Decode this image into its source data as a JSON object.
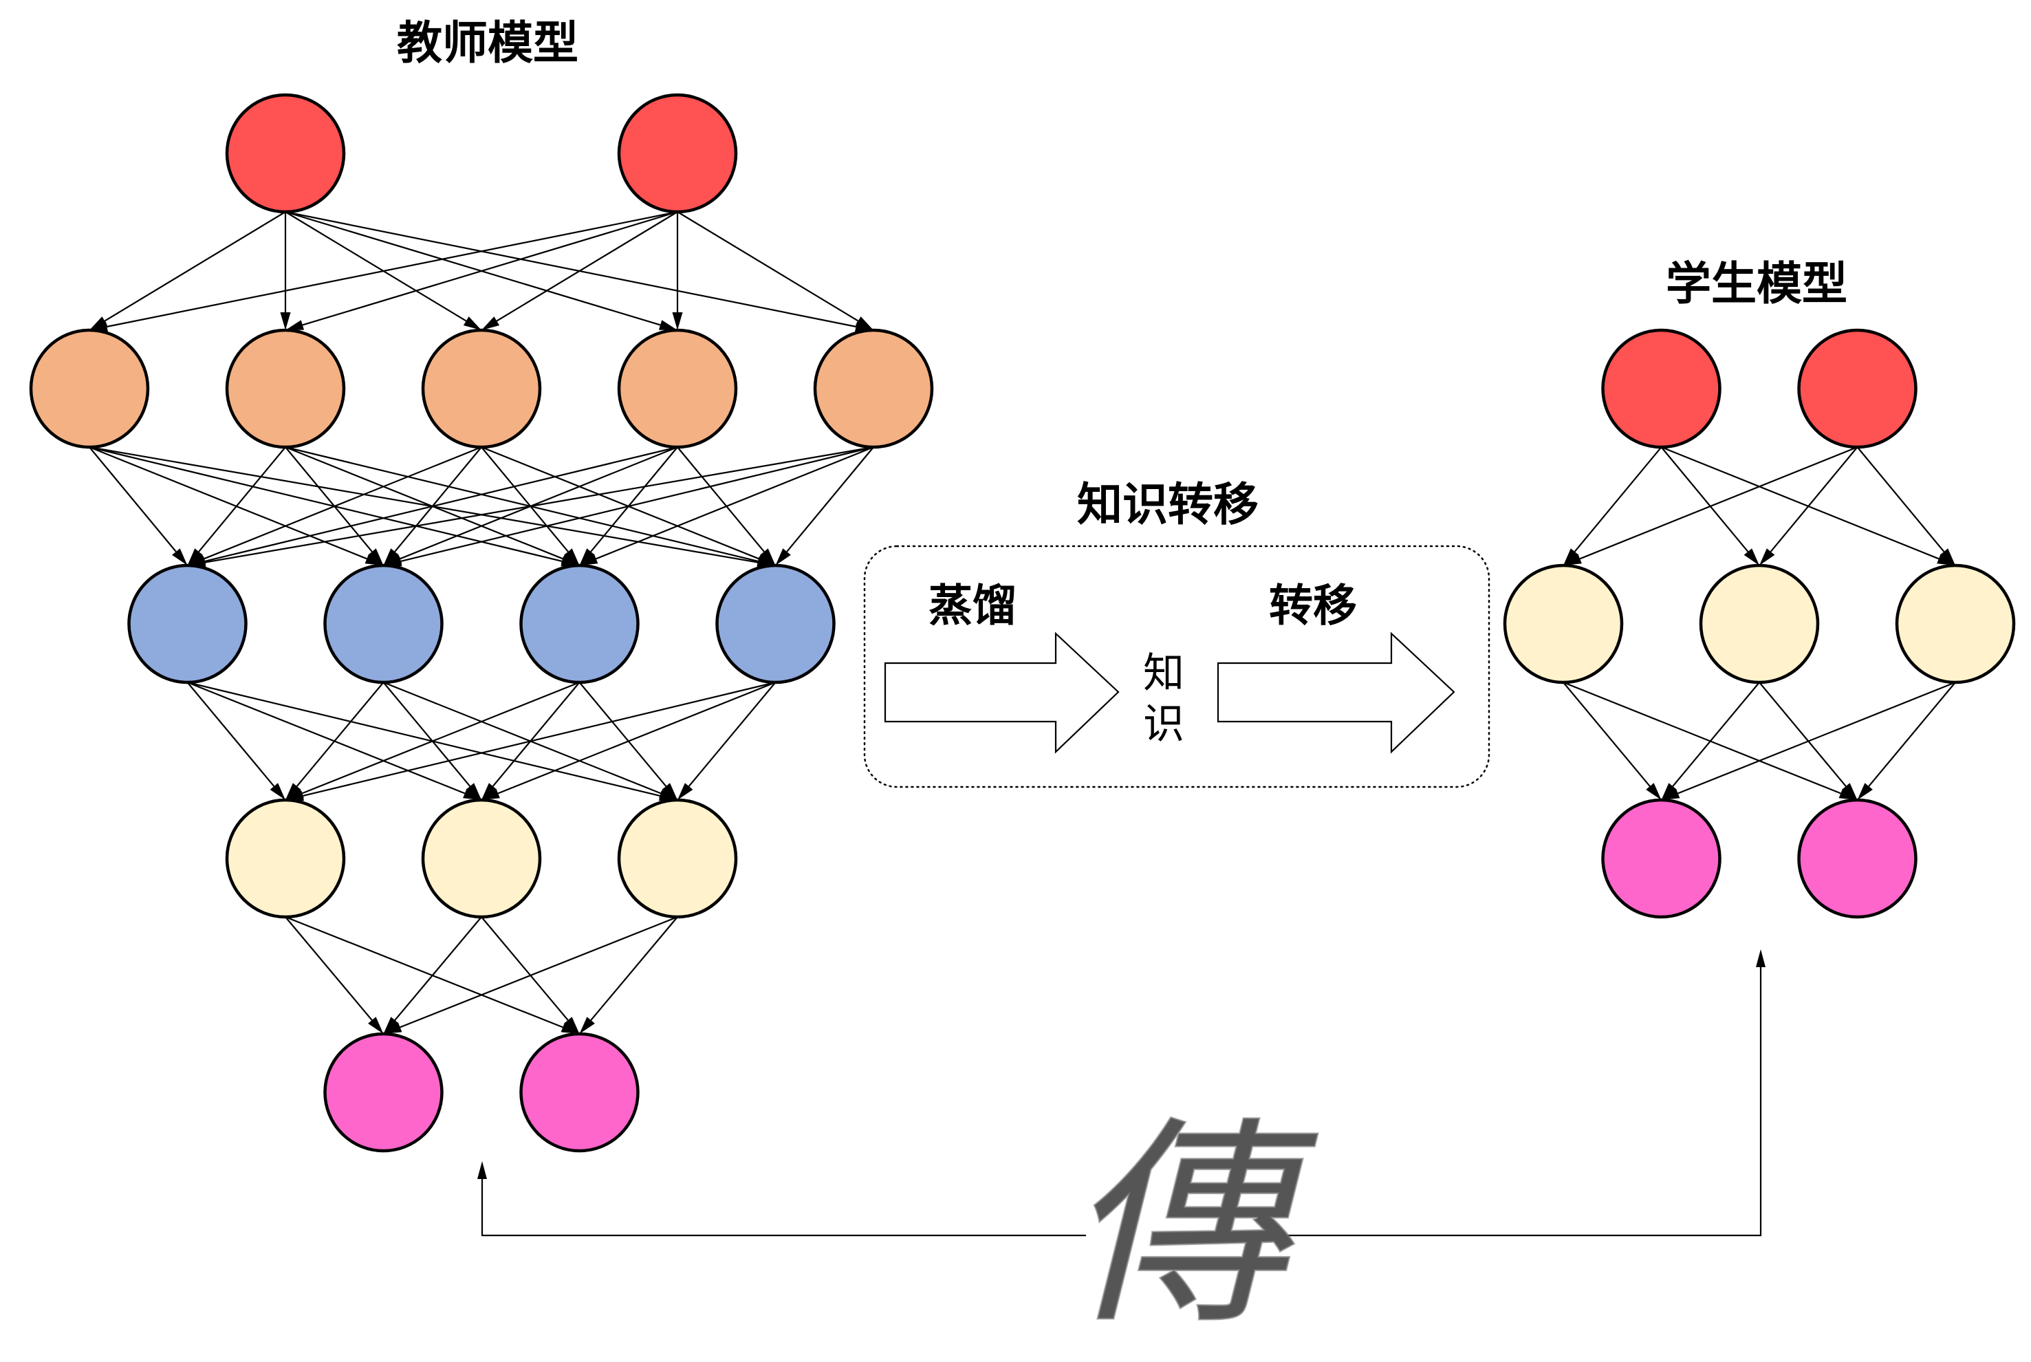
{
  "edge_color": "#000000",
  "teacher": {
    "title": "教师模型",
    "layers": [
      {
        "nodes": 2,
        "color": "#FF5252"
      },
      {
        "nodes": 5,
        "color": "#F4B183"
      },
      {
        "nodes": 4,
        "color": "#8FAADC"
      },
      {
        "nodes": 3,
        "color": "#FFF2CC"
      },
      {
        "nodes": 2,
        "color": "#FF66CC"
      }
    ]
  },
  "student": {
    "title": "学生模型",
    "layers": [
      {
        "nodes": 2,
        "color": "#FF5252"
      },
      {
        "nodes": 3,
        "color": "#FFF2CC"
      },
      {
        "nodes": 2,
        "color": "#FF66CC"
      }
    ]
  },
  "transfer": {
    "title": "知识转移",
    "distill_label": "蒸馏",
    "transfer_label": "转移",
    "knowledge_label": [
      "知",
      "识"
    ]
  },
  "handwriting": {
    "text": "傳",
    "color": "#555555"
  }
}
